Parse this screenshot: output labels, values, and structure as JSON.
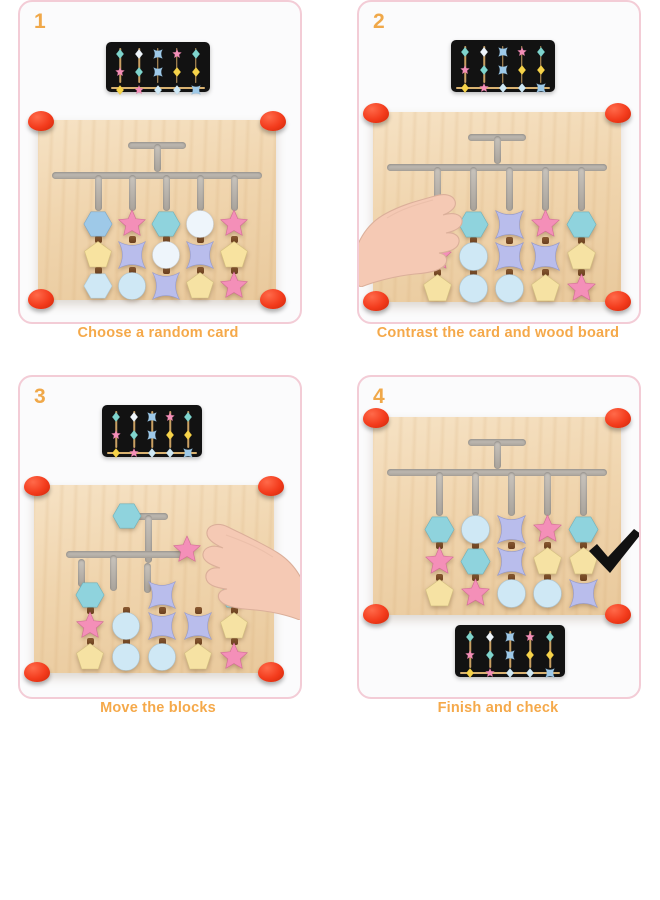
{
  "page": {
    "title": "Wooden Four-Color Slide Puzzle Instruction Steps",
    "background_color": "#ffffff",
    "panel_border_color": "#f3ccd6",
    "caption_color": "#f5a94a",
    "step_number_color": "#f0a849",
    "board_wood_color": "#f0d5ae",
    "knob_color": "#f33b1c",
    "card_background_color": "#121212",
    "skin_color": "#f5c9b4",
    "check_color": "#111111"
  },
  "palette": {
    "blue": "#9ec9e8",
    "teal": "#8fd3dd",
    "mint": "#7fd4cd",
    "pink": "#f48fb8",
    "hotpink": "#f57bb0",
    "yellow": "#f6d34a",
    "lightyellow": "#f8e3a0",
    "lavender": "#b9bdec",
    "white": "#eef5fb",
    "skyblue": "#a9dcef",
    "paleblue": "#cfe8f5",
    "paleyellow": "#f6e2a3",
    "palepink": "#f7b8cf"
  },
  "panels": [
    {
      "number": "1",
      "caption": "Choose a random card",
      "card_position": "above-board",
      "hand_visible": false,
      "check_visible": false,
      "card": {
        "columns": [
          [
            "mint-diamond",
            "pink-star",
            "yellow-diamond"
          ],
          [
            "white-diamond",
            "mint-diamond",
            "pink-star"
          ],
          [
            "blue-flower",
            "blue-flower",
            "paleblue-diamond"
          ],
          [
            "pink-star",
            "yellow-diamond",
            "paleblue-diamond"
          ],
          [
            "mint-diamond",
            "yellow-diamond",
            "blue-flower"
          ]
        ]
      },
      "board": {
        "rows": [
          [
            "blue-hexagon",
            "pink-star",
            "teal-hexagon",
            "white-circle",
            "pink-star"
          ],
          [
            "lightyellow-pentagon",
            "lavender-flower",
            "white-circle",
            "lavender-flower",
            "lightyellow-pentagon"
          ],
          [
            "paleblue-hexagon",
            "paleblue-circle",
            "lavender-flower",
            "paleyellow-pentagon",
            "pink-star"
          ]
        ]
      }
    },
    {
      "number": "2",
      "caption": "Contrast the card and wood board",
      "card_position": "above-board",
      "hand_visible": true,
      "check_visible": false,
      "card": {
        "columns": [
          [
            "mint-diamond",
            "pink-star",
            "yellow-diamond"
          ],
          [
            "white-diamond",
            "mint-diamond",
            "pink-star"
          ],
          [
            "blue-flower",
            "blue-flower",
            "paleblue-diamond"
          ],
          [
            "pink-star",
            "yellow-diamond",
            "paleblue-diamond"
          ],
          [
            "mint-diamond",
            "yellow-diamond",
            "blue-flower"
          ]
        ]
      },
      "board": {
        "rows": [
          [
            "teal-hexagon",
            "teal-hexagon",
            "lavender-flower",
            "pink-star",
            "teal-hexagon"
          ],
          [
            "pink-star",
            "paleblue-circle",
            "lavender-flower",
            "lavender-flower",
            "paleyellow-pentagon"
          ],
          [
            "paleyellow-pentagon",
            "paleblue-circle",
            "paleblue-circle",
            "paleyellow-pentagon",
            "pink-star"
          ]
        ]
      }
    },
    {
      "number": "3",
      "caption": "Move the blocks",
      "card_position": "above-board",
      "hand_visible": true,
      "check_visible": false,
      "card": {
        "columns": [
          [
            "mint-diamond",
            "pink-star",
            "yellow-diamond"
          ],
          [
            "white-diamond",
            "mint-diamond",
            "pink-star"
          ],
          [
            "blue-flower",
            "blue-flower",
            "paleblue-diamond"
          ],
          [
            "pink-star",
            "yellow-diamond",
            "paleblue-diamond"
          ],
          [
            "mint-diamond",
            "yellow-diamond",
            "blue-flower"
          ]
        ]
      },
      "board": {
        "rows": [
          [
            "teal-hexagon",
            "",
            "",
            "pink-star",
            ""
          ],
          [
            "teal-hexagon",
            "",
            "lavender-flower",
            "",
            "teal-hexagon"
          ],
          [
            "pink-star",
            "paleblue-circle",
            "lavender-flower",
            "lavender-flower",
            "paleyellow-pentagon"
          ],
          [
            "paleyellow-pentagon",
            "paleblue-circle",
            "paleblue-circle",
            "paleyellow-pentagon",
            "pink-star"
          ]
        ]
      }
    },
    {
      "number": "4",
      "caption": "Finish and check",
      "card_position": "below-board",
      "hand_visible": false,
      "check_visible": true,
      "card": {
        "columns": [
          [
            "mint-diamond",
            "pink-star",
            "yellow-diamond"
          ],
          [
            "white-diamond",
            "mint-diamond",
            "pink-star"
          ],
          [
            "blue-flower",
            "blue-flower",
            "paleblue-diamond"
          ],
          [
            "pink-star",
            "yellow-diamond",
            "paleblue-diamond"
          ],
          [
            "mint-diamond",
            "yellow-diamond",
            "blue-flower"
          ]
        ]
      },
      "board": {
        "rows": [
          [
            "teal-hexagon",
            "paleblue-circle",
            "lavender-flower",
            "pink-star",
            "teal-hexagon"
          ],
          [
            "pink-star",
            "teal-hexagon",
            "lavender-flower",
            "paleyellow-pentagon",
            "paleyellow-pentagon"
          ],
          [
            "paleyellow-pentagon",
            "pink-star",
            "paleblue-circle",
            "paleblue-circle",
            "lavender-flower"
          ]
        ]
      }
    }
  ]
}
